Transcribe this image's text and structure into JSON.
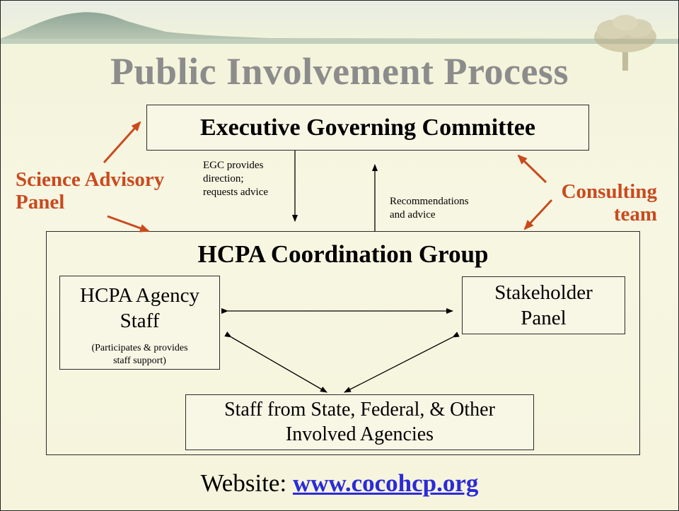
{
  "title": "Public Involvement Process",
  "egc": {
    "label": "Executive Governing Committee"
  },
  "hcpa": {
    "label": "HCPA Coordination Group"
  },
  "agency": {
    "line1": "HCPA Agency",
    "line2": "Staff",
    "sub1": "(Participates & provides",
    "sub2": "staff support)"
  },
  "stakeholder": {
    "line1": "Stakeholder",
    "line2": "Panel"
  },
  "staff": {
    "line1": "Staff from State, Federal, & Other",
    "line2": "Involved Agencies"
  },
  "flow_down": {
    "line1": "EGC provides",
    "line2": "direction;",
    "line3": "requests advice"
  },
  "flow_up": {
    "line1": "Recommendations",
    "line2": "and advice"
  },
  "science": {
    "line1": "Science Advisory",
    "line2": "Panel"
  },
  "consulting": {
    "line1": "Consulting",
    "line2": "team"
  },
  "website": {
    "label": "Website: ",
    "url": "www.cocohcp.org"
  },
  "colors": {
    "accent": "#c94a1e",
    "title": "#8c8c8c",
    "link": "#2b2bd8"
  }
}
